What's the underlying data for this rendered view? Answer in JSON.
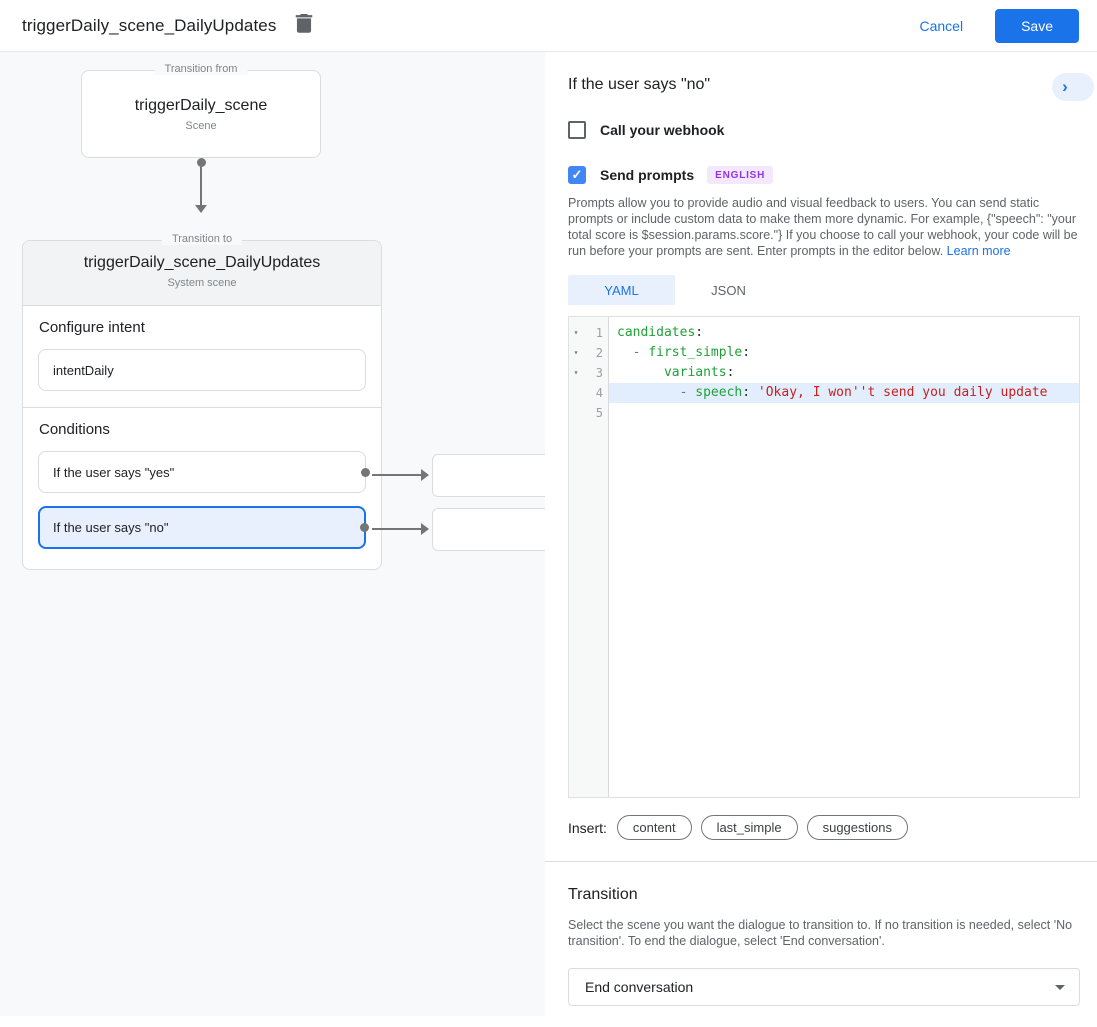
{
  "header": {
    "title": "triggerDaily_scene_DailyUpdates",
    "cancel_label": "Cancel",
    "save_label": "Save"
  },
  "canvas": {
    "transition_from": {
      "legend": "Transition from",
      "title": "triggerDaily_scene",
      "subtitle": "Scene"
    },
    "transition_to": {
      "legend": "Transition to",
      "title": "triggerDaily_scene_DailyUpdates",
      "subtitle": "System scene"
    },
    "configure_intent": {
      "heading": "Configure intent",
      "intent_value": "intentDaily"
    },
    "conditions": {
      "heading": "Conditions",
      "items": [
        {
          "label": "If the user says \"yes\"",
          "selected": false
        },
        {
          "label": "If the user says \"no\"",
          "selected": true
        }
      ]
    }
  },
  "panel": {
    "title": "If the user says \"no\"",
    "webhook_checkbox": {
      "label": "Call your webhook",
      "checked": false
    },
    "prompts_checkbox": {
      "label": "Send prompts",
      "checked": true,
      "badge": "ENGLISH"
    },
    "description": "Prompts allow you to provide audio and visual feedback to users. You can send static prompts or include custom data to make them more dynamic. For example, {\"speech\": \"your total score is $session.params.score.\"} If you choose to call your webhook, your code will be run before your prompts are sent. Enter prompts in the editor below. ",
    "learn_more_label": "Learn more",
    "tabs": [
      {
        "label": "YAML",
        "active": true
      },
      {
        "label": "JSON",
        "active": false
      }
    ],
    "editor": {
      "numbers": [
        "1",
        "2",
        "3",
        "4",
        "5"
      ],
      "line1": {
        "indent": "",
        "key": "candidates",
        "colon": ":"
      },
      "line2": {
        "indent": "  ",
        "dash": "- ",
        "key": "first_simple",
        "colon": ":"
      },
      "line3": {
        "indent": "      ",
        "key": "variants",
        "colon": ":"
      },
      "line4": {
        "indent": "        ",
        "dash": "- ",
        "key": "speech",
        "colon": ": ",
        "string": "'Okay, I won''t send you daily update"
      },
      "line5": {
        "indent": ""
      }
    },
    "insert": {
      "label": "Insert:",
      "chips": [
        "content",
        "last_simple",
        "suggestions"
      ]
    },
    "transition": {
      "heading": "Transition",
      "description": "Select the scene you want the dialogue to transition to. If no transition is needed, select 'No transition'. To end the dialogue, select 'End conversation'.",
      "select_value": "End conversation"
    }
  },
  "icons": {
    "chevron_right": "›",
    "check": "✓",
    "fold": "▾"
  },
  "colors": {
    "accent_blue": "#1a73e8",
    "checkbox_blue": "#4285f4",
    "selected_bg": "#e8f0fe",
    "badge_bg": "#f3e8fd",
    "badge_text": "#9334e6",
    "yaml_key_green": "#21a038",
    "yaml_string_red": "#c5221f",
    "canvas_bg": "#f8f9fa",
    "line_highlight": "#e2eefd"
  }
}
